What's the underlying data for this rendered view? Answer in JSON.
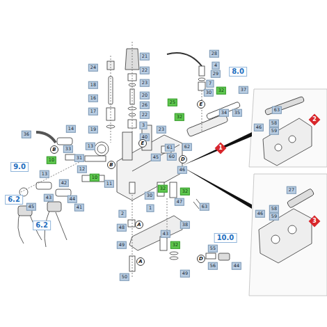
{
  "diagram": {
    "labels": [
      "28",
      "21",
      "24",
      "22",
      "8.0",
      "4",
      "29",
      "23",
      "18",
      "7",
      "32",
      "30",
      "37",
      "20",
      "16",
      "26",
      "25",
      "E",
      "22",
      "17",
      "32",
      "34",
      "35",
      "3",
      "19",
      "23",
      "40",
      "36",
      "14",
      "E",
      "62",
      "61",
      "60",
      "D",
      "46",
      "45",
      "1",
      "B",
      "33",
      "13",
      "31",
      "10",
      "9.0",
      "12",
      "B",
      "10",
      "11",
      "42",
      "13",
      "43",
      "6.2",
      "44",
      "45",
      "41",
      "6.2",
      "63",
      "30",
      "32",
      "32",
      "47",
      "1",
      "2",
      "A",
      "48",
      "38",
      "43",
      "32",
      "49",
      "10.0",
      "55",
      "56",
      "A",
      "D",
      "44",
      "49",
      "50",
      "63",
      "58",
      "59",
      "46",
      "2",
      "27",
      "58",
      "59",
      "46",
      "3"
    ]
  }
}
